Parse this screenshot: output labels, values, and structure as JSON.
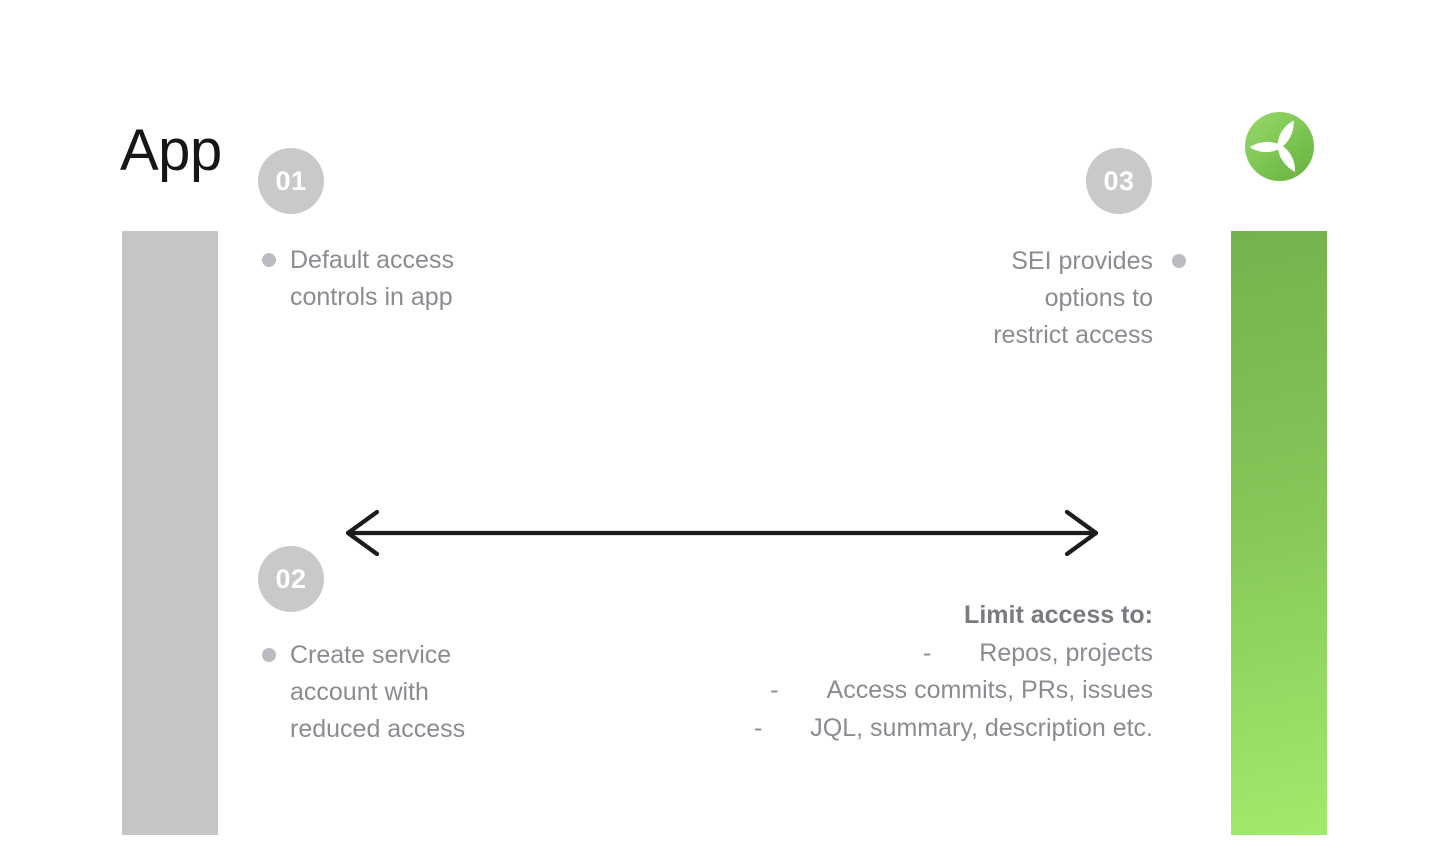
{
  "title": "App",
  "badges": [
    {
      "number": "01"
    },
    {
      "number": "02"
    },
    {
      "number": "03"
    }
  ],
  "notes": {
    "step1": {
      "lines": [
        "Default access",
        "controls in app"
      ]
    },
    "step2": {
      "lines": [
        "Create service",
        "account with",
        "reduced access"
      ]
    },
    "step3": {
      "lines": [
        "SEI provides",
        "options to",
        "restrict access"
      ]
    }
  },
  "limit_list": {
    "heading": "Limit access to:",
    "dash": "-",
    "items": [
      "Repos, projects",
      "Access commits, PRs, issues",
      "JQL, summary, description etc."
    ]
  },
  "logo": {
    "name": "propeller-logo"
  },
  "colors": {
    "gray_bar": "#c5c5c6",
    "green_bar_top": "#73b34c",
    "green_bar_bottom": "#a2ea6d",
    "badge_background": "#c9c9ca",
    "badge_text": "#ffffff",
    "note_text": "#8b8c92",
    "heading_text": "#7a7b81",
    "bullet_dot": "#bbbcc1",
    "arrow": "#1c1c1e",
    "logo_gradient_light": "#98da6c",
    "logo_gradient_dark": "#67b03f",
    "title_text": "#161616"
  }
}
